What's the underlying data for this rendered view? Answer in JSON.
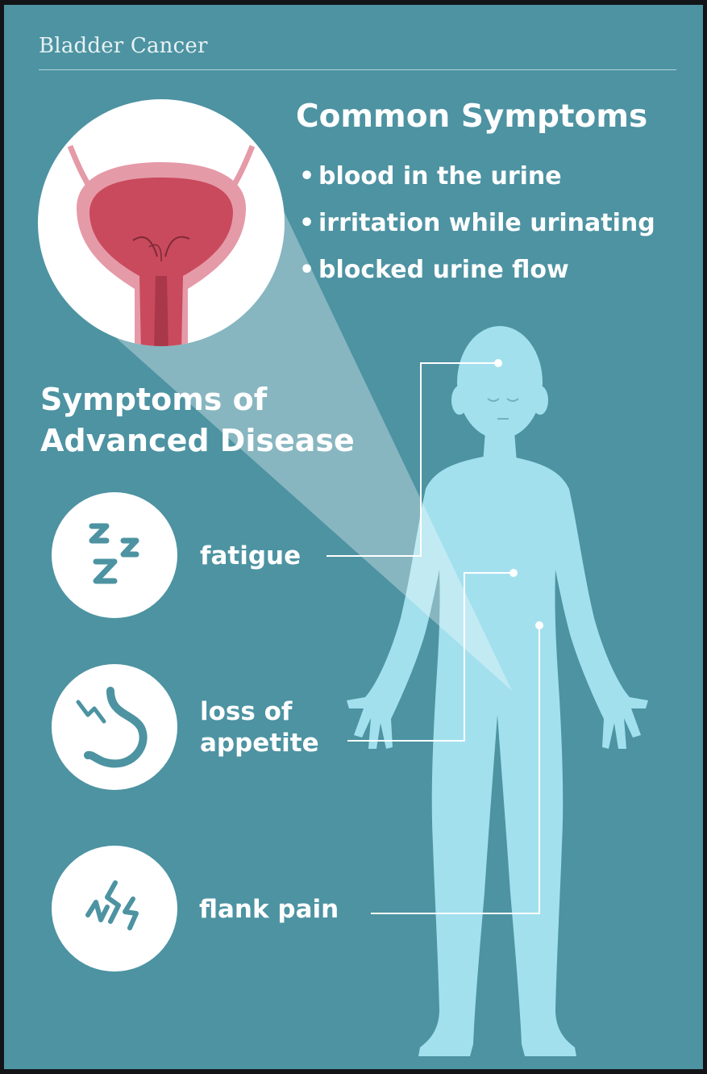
{
  "header": {
    "brand": "Bladder Cancer"
  },
  "common": {
    "heading": "Common Symptoms",
    "items": [
      {
        "label": "blood in the urine"
      },
      {
        "label": "irritation while urinating"
      },
      {
        "label": "blocked urine flow"
      }
    ]
  },
  "advanced": {
    "heading": "Symptoms of Advanced Disease",
    "items": [
      {
        "label": "fatigue",
        "icon": "sleep-zzz-icon"
      },
      {
        "label": "loss of appetite",
        "icon": "stomach-icon"
      },
      {
        "label": "flank pain",
        "icon": "pain-zigzag-icon"
      }
    ]
  },
  "colors": {
    "background": "#4d93a2",
    "body_silhouette": "#a3e0ee",
    "bladder": "#c94a5c",
    "icon_circle": "#ffffff",
    "icon_stroke": "#4d93a2"
  }
}
